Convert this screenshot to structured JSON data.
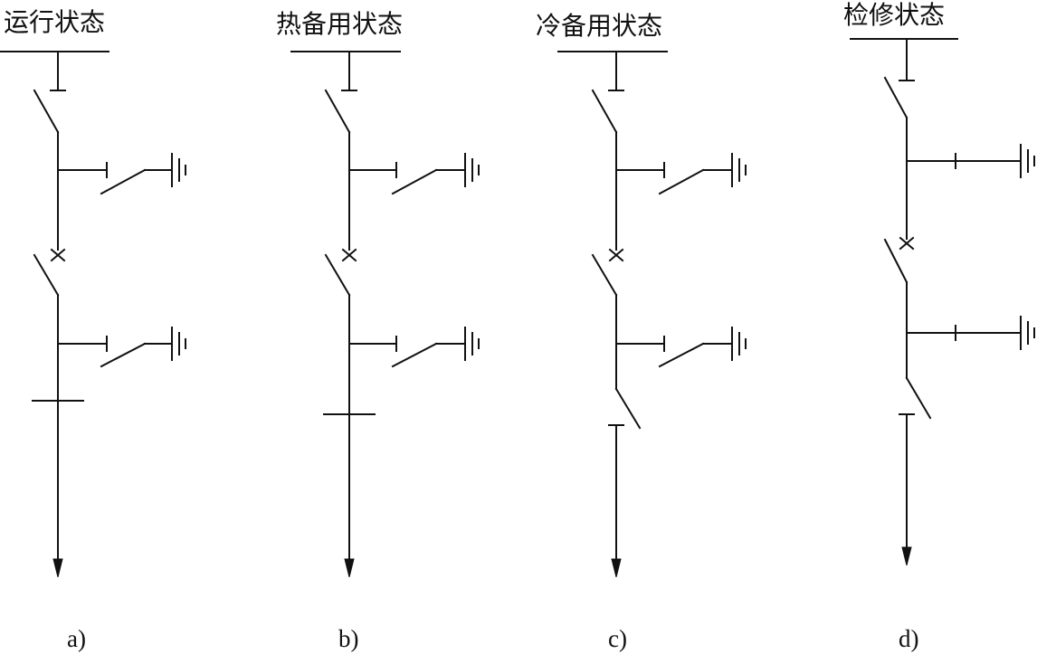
{
  "diagram": {
    "panels": [
      {
        "title": "运行状态",
        "caption": "a)",
        "bus_disconnector": "closed",
        "bus_ground_switch": "open",
        "breaker": "closed",
        "line_ground_switch": "open",
        "line_disconnector": "closed"
      },
      {
        "title": "热备用状态",
        "caption": "b)",
        "bus_disconnector": "closed",
        "bus_ground_switch": "open",
        "breaker": "open",
        "line_ground_switch": "open",
        "line_disconnector": "closed"
      },
      {
        "title": "冷备用状态",
        "caption": "c)",
        "bus_disconnector": "open",
        "bus_ground_switch": "open",
        "breaker": "open",
        "line_ground_switch": "open",
        "line_disconnector": "open"
      },
      {
        "title": "检修状态",
        "caption": "d)",
        "bus_disconnector": "open",
        "bus_ground_switch": "closed",
        "breaker": "open",
        "line_ground_switch": "closed",
        "line_disconnector": "open"
      }
    ]
  }
}
